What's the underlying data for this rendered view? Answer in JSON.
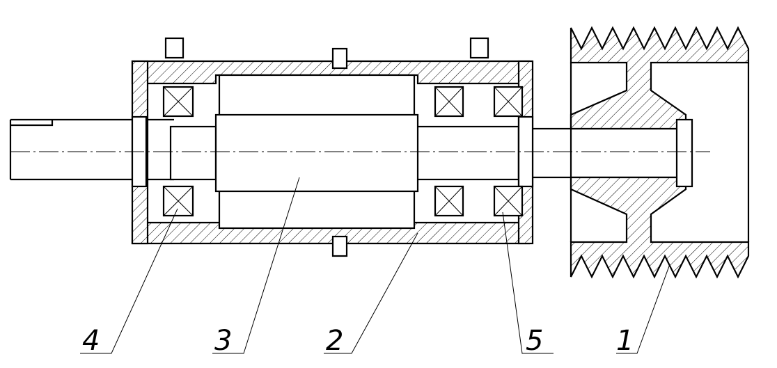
{
  "diagram": {
    "type": "mechanical-assembly-section",
    "callouts": [
      {
        "id": "callout-4",
        "text": "4"
      },
      {
        "id": "callout-3",
        "text": "3"
      },
      {
        "id": "callout-2",
        "text": "2"
      },
      {
        "id": "callout-5",
        "text": "5"
      },
      {
        "id": "callout-1",
        "text": "1"
      }
    ]
  }
}
